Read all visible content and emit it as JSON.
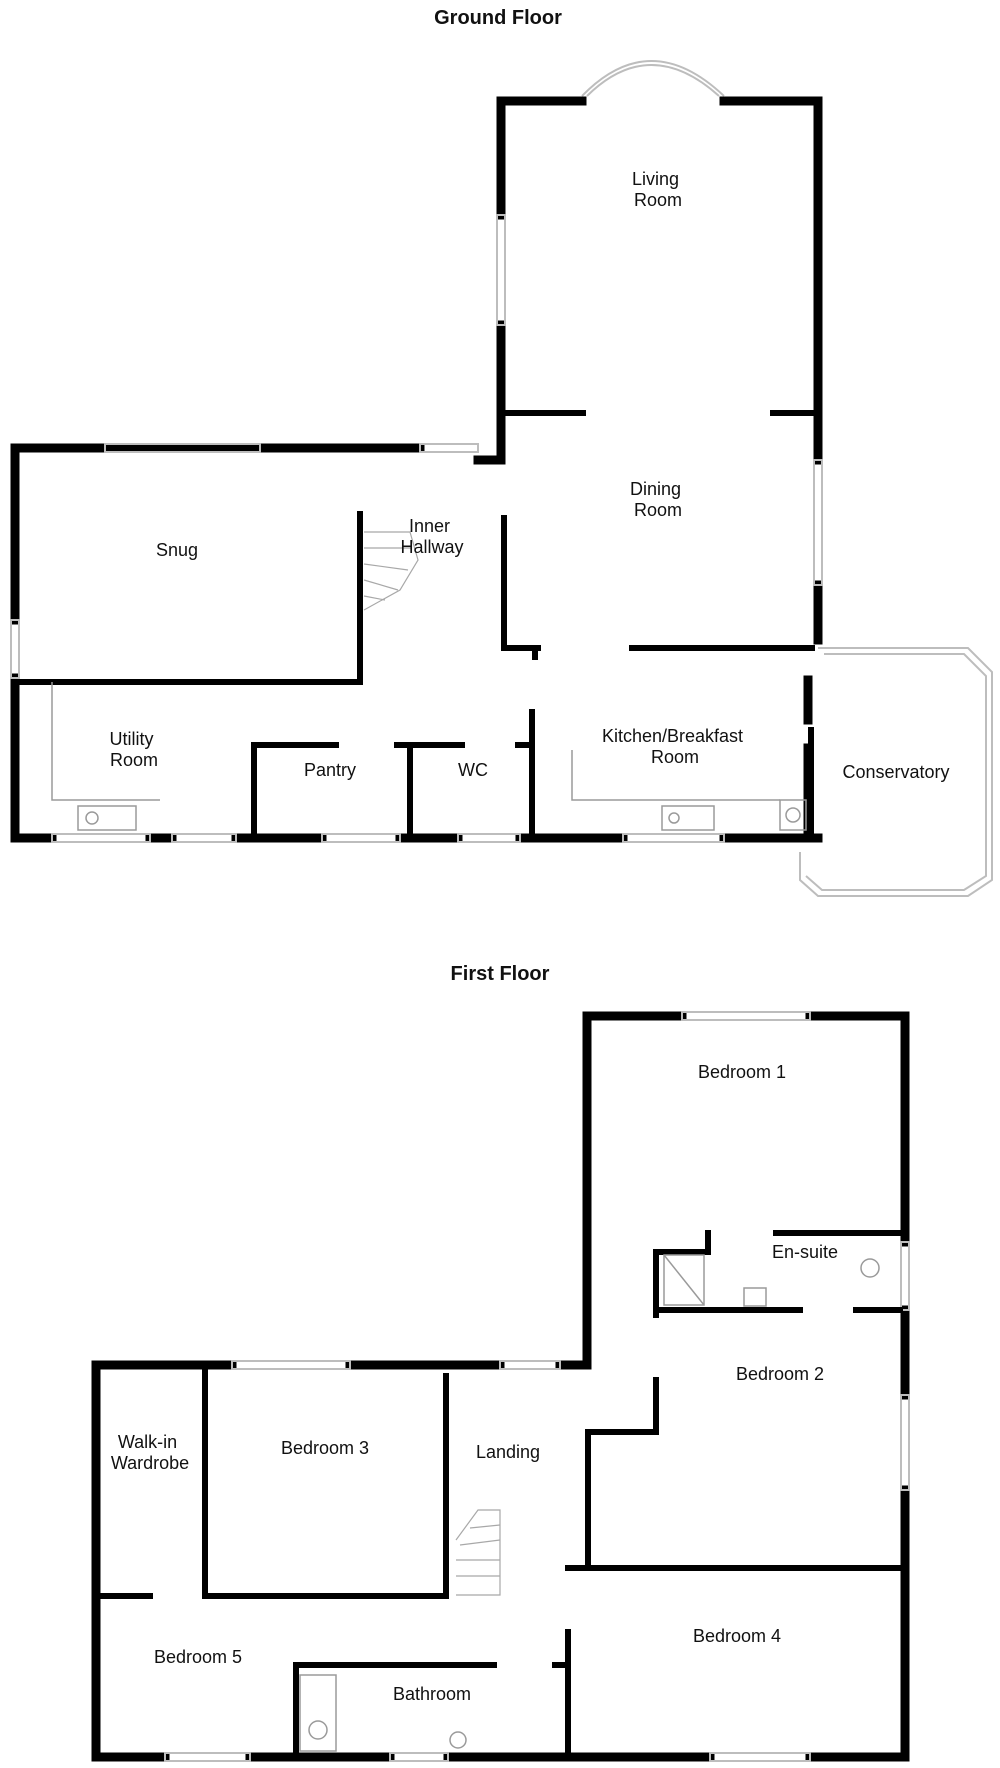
{
  "floors": {
    "ground": {
      "title": "Ground Floor",
      "rooms": {
        "living": [
          "Living",
          "Room"
        ],
        "dining": [
          "Dining",
          "Room"
        ],
        "snug": [
          "Snug"
        ],
        "inner_hallway": [
          "Inner",
          "Hallway"
        ],
        "utility": [
          "Utility",
          "Room"
        ],
        "pantry": [
          "Pantry"
        ],
        "wc": [
          "WC"
        ],
        "kitchen": [
          "Kitchen/Breakfast",
          "Room"
        ],
        "conservatory": [
          "Conservatory"
        ]
      }
    },
    "first": {
      "title": "First Floor",
      "rooms": {
        "bedroom1": [
          "Bedroom 1"
        ],
        "ensuite": [
          "En-suite"
        ],
        "bedroom2": [
          "Bedroom 2"
        ],
        "walkin": [
          "Walk-in",
          "Wardrobe"
        ],
        "bedroom3": [
          "Bedroom 3"
        ],
        "landing": [
          "Landing"
        ],
        "bedroom4": [
          "Bedroom 4"
        ],
        "bedroom5": [
          "Bedroom 5"
        ],
        "bathroom": [
          "Bathroom"
        ]
      }
    }
  },
  "colors": {
    "wall": "#000000",
    "window": "#bdbdbd",
    "fixture": "#9a9a9a",
    "text": "#111111"
  }
}
